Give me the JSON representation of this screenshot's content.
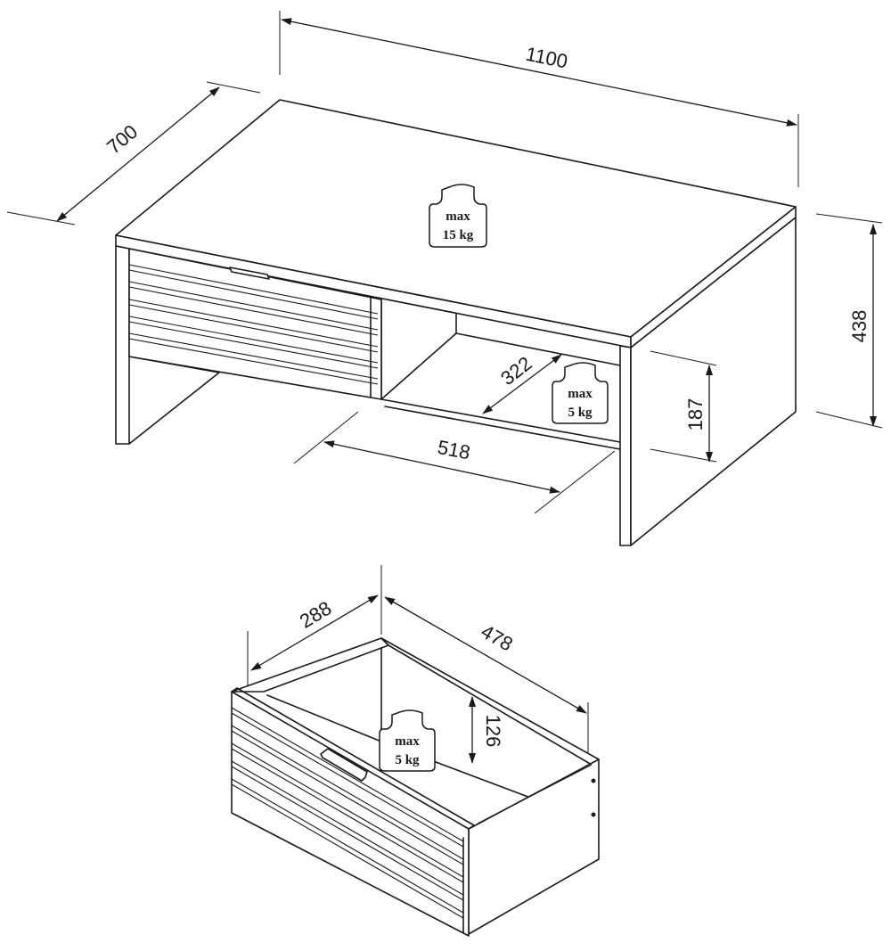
{
  "dimensions": {
    "table_width": "1100",
    "table_depth": "700",
    "table_height": "438",
    "shelf_height": "187",
    "shelf_depth": "322",
    "shelf_width": "518",
    "drawer_depth": "288",
    "drawer_width": "478",
    "drawer_height": "126"
  },
  "loads": {
    "top": {
      "line1": "max",
      "line2": "15 kg"
    },
    "shelf": {
      "line1": "max",
      "line2": "5 kg"
    },
    "drawer": {
      "line1": "max",
      "line2": "5 kg"
    }
  },
  "colors": {
    "line": "#1a1a1a",
    "background": "#ffffff"
  },
  "icons": [
    "weight-icon"
  ]
}
